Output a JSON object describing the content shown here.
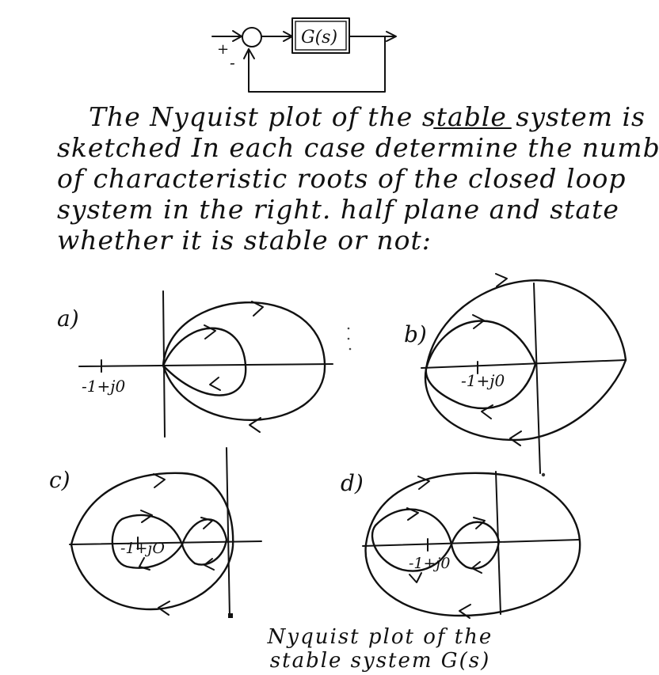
{
  "block_diagram": {
    "plus_sign": "+",
    "minus_sign": "-",
    "block_label": "G(s)"
  },
  "problem": {
    "lines": [
      "The Nyquist plot of the stable system is",
      "sketched In each case determine the number",
      "of characteristic roots of the closed loop",
      "system in the right. half plane and state",
      "whether it is stable or not:"
    ],
    "underlined_word": "stable"
  },
  "plots": [
    {
      "label": "a)",
      "point_label": "-1+j0"
    },
    {
      "label": "b)",
      "point_label": "-1+j0"
    },
    {
      "label": "c)",
      "point_label": "-1+jO"
    },
    {
      "label": "d)",
      "point_label": "-1+j0"
    }
  ],
  "caption": {
    "line1": "Nyquist plot of the",
    "line2": "stable system G(s)"
  }
}
